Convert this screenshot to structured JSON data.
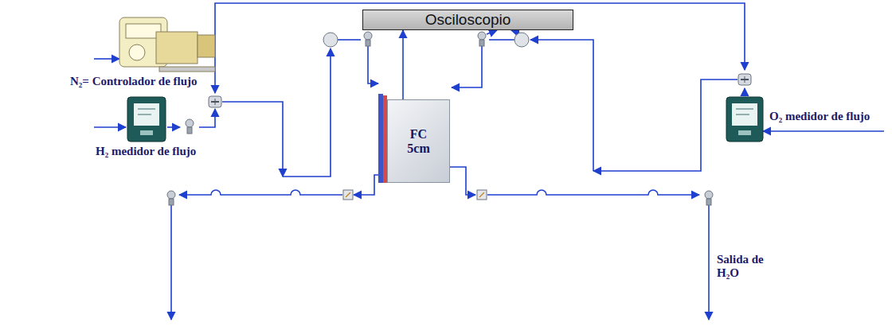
{
  "diagram": {
    "nodes": [
      {
        "text": [
          "Osciloscopio"
        ]
      },
      {
        "text": [
          "FC 5cm"
        ]
      }
    ],
    "edges": [
      {
        "from": 1,
        "to": 0,
        "arrow": "to"
      }
    ],
    "labels": [
      "N₂= Controlador de flujo",
      "H₂ medidor de flujo",
      "O₂ medidor de flujo",
      "Salida de H₂O"
    ]
  }
}
